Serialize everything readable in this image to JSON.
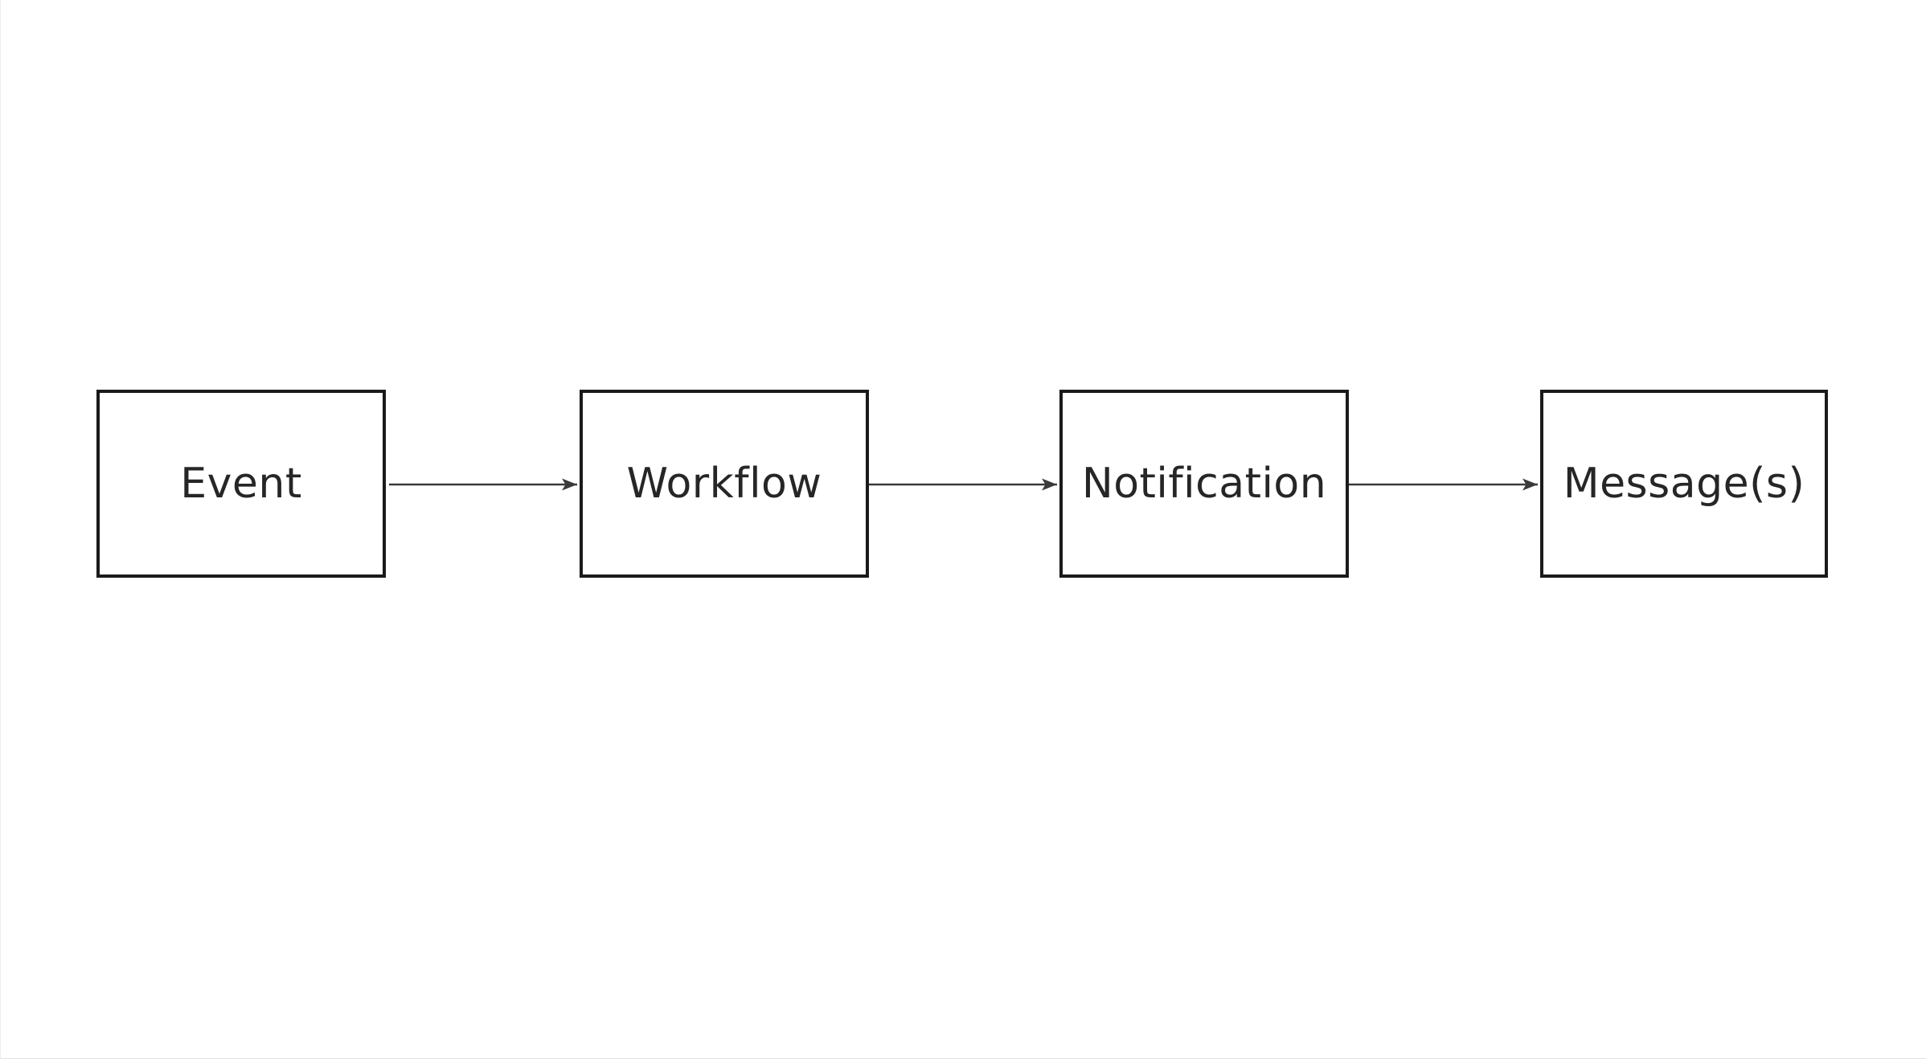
{
  "diagram": {
    "type": "flowchart",
    "direction": "left-to-right",
    "nodes": [
      {
        "id": "event",
        "label": "Event"
      },
      {
        "id": "workflow",
        "label": "Workflow"
      },
      {
        "id": "notification",
        "label": "Notification"
      },
      {
        "id": "messages",
        "label": "Message(s)"
      }
    ],
    "edges": [
      {
        "from": "event",
        "to": "workflow",
        "style": "solid-arrow"
      },
      {
        "from": "workflow",
        "to": "notification",
        "style": "solid-arrow"
      },
      {
        "from": "notification",
        "to": "messages",
        "style": "solid-arrow"
      }
    ],
    "colors": {
      "background": "#ffffff",
      "node_fill": "#ffffff",
      "node_border": "#1a1a1a",
      "label_text": "#262626",
      "arrow": "#3a3a3a"
    }
  }
}
